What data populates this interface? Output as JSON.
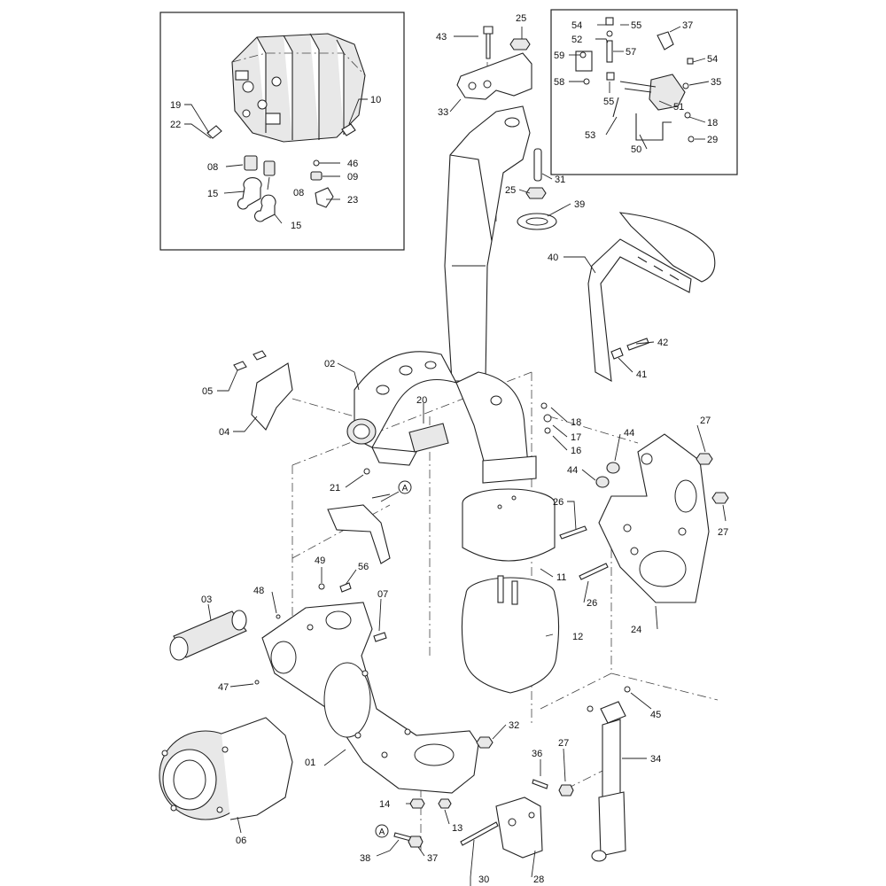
{
  "labels": {
    "p01": "01",
    "p02": "02",
    "p03": "03",
    "p04": "04",
    "p05": "05",
    "p06": "06",
    "p07": "07",
    "p08a": "08",
    "p08b": "08",
    "p09": "09",
    "p10": "10",
    "p11": "11",
    "p12": "12",
    "p13": "13",
    "p14": "14",
    "p15a": "15",
    "p15b": "15",
    "p16": "16",
    "p17": "17",
    "p18a": "18",
    "p18b": "18",
    "p19": "19",
    "p20": "20",
    "p21": "21",
    "p22": "22",
    "p23": "23",
    "p24": "24",
    "p25a": "25",
    "p25b": "25",
    "p26a": "26",
    "p26b": "26",
    "p27a": "27",
    "p27b": "27",
    "p27c": "27",
    "p28": "28",
    "p29": "29",
    "p30": "30",
    "p31": "31",
    "p32": "32",
    "p33": "33",
    "p34": "34",
    "p35": "35",
    "p36": "36",
    "p37a": "37",
    "p37b": "37",
    "p38": "38",
    "p39": "39",
    "p40": "40",
    "p41": "41",
    "p42": "42",
    "p43": "43",
    "p44a": "44",
    "p44b": "44",
    "p45": "45",
    "p46": "46",
    "p47": "47",
    "p48": "48",
    "p49": "49",
    "p50": "50",
    "p51": "51",
    "p52": "52",
    "p53": "53",
    "p54a": "54",
    "p54b": "54",
    "p55a": "55",
    "p55b": "55",
    "p56": "56",
    "p57": "57",
    "p58": "58",
    "p59": "59"
  },
  "markers": {
    "a1": "A",
    "a2": "A"
  }
}
